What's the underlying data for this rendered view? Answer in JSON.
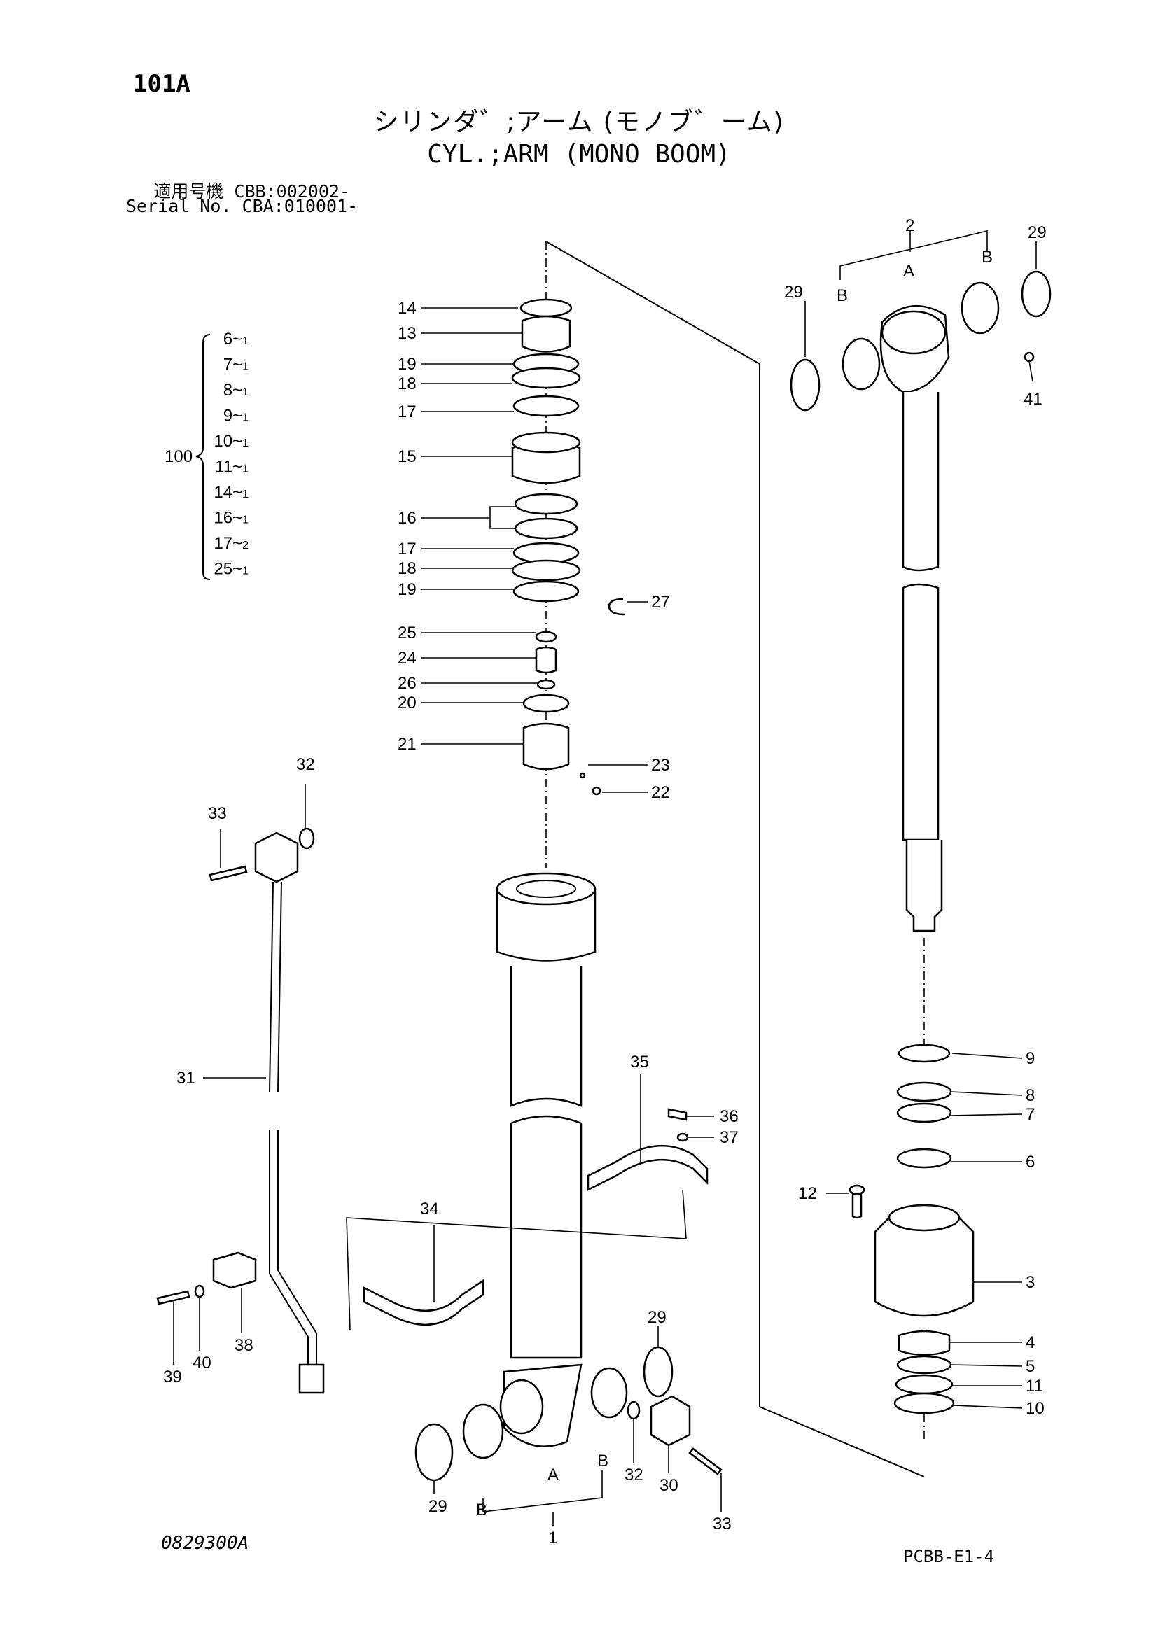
{
  "header": {
    "page_id": "101A",
    "title_jp": "シリンダ゛;アーム (モノブ゛ーム)",
    "title_en": "CYL.;ARM (MONO BOOM)",
    "serial_line1": "適用号機  CBB:002002-",
    "serial_line2": "Serial No. CBA:010001-"
  },
  "kit": {
    "number": "100",
    "items": [
      {
        "part": "6",
        "qty": "1"
      },
      {
        "part": "7",
        "qty": "1"
      },
      {
        "part": "8",
        "qty": "1"
      },
      {
        "part": "9",
        "qty": "1"
      },
      {
        "part": "10",
        "qty": "1"
      },
      {
        "part": "11",
        "qty": "1"
      },
      {
        "part": "14",
        "qty": "1"
      },
      {
        "part": "16",
        "qty": "1"
      },
      {
        "part": "17",
        "qty": "2"
      },
      {
        "part": "25",
        "qty": "1"
      }
    ]
  },
  "callouts": {
    "p1": "1",
    "p2": "2",
    "p3": "3",
    "p4": "4",
    "p5": "5",
    "p6": "6",
    "p7": "7",
    "p8": "8",
    "p9": "9",
    "p10": "10",
    "p11": "11",
    "p12": "12",
    "p13": "13",
    "p14": "14",
    "p15": "15",
    "p16": "16",
    "p17": "17",
    "p18": "18",
    "p19": "19",
    "p20": "20",
    "p21": "21",
    "p22": "22",
    "p23": "23",
    "p24": "24",
    "p25": "25",
    "p26": "26",
    "p27": "27",
    "p29": "29",
    "p30": "30",
    "p31": "31",
    "p32": "32",
    "p33": "33",
    "p34": "34",
    "p35": "35",
    "p36": "36",
    "p37": "37",
    "p38": "38",
    "p39": "39",
    "p40": "40",
    "p41": "41",
    "A": "A",
    "B": "B"
  },
  "footer": {
    "drawing_no": "0829300A",
    "page_code": "PCBB-E1-4"
  }
}
